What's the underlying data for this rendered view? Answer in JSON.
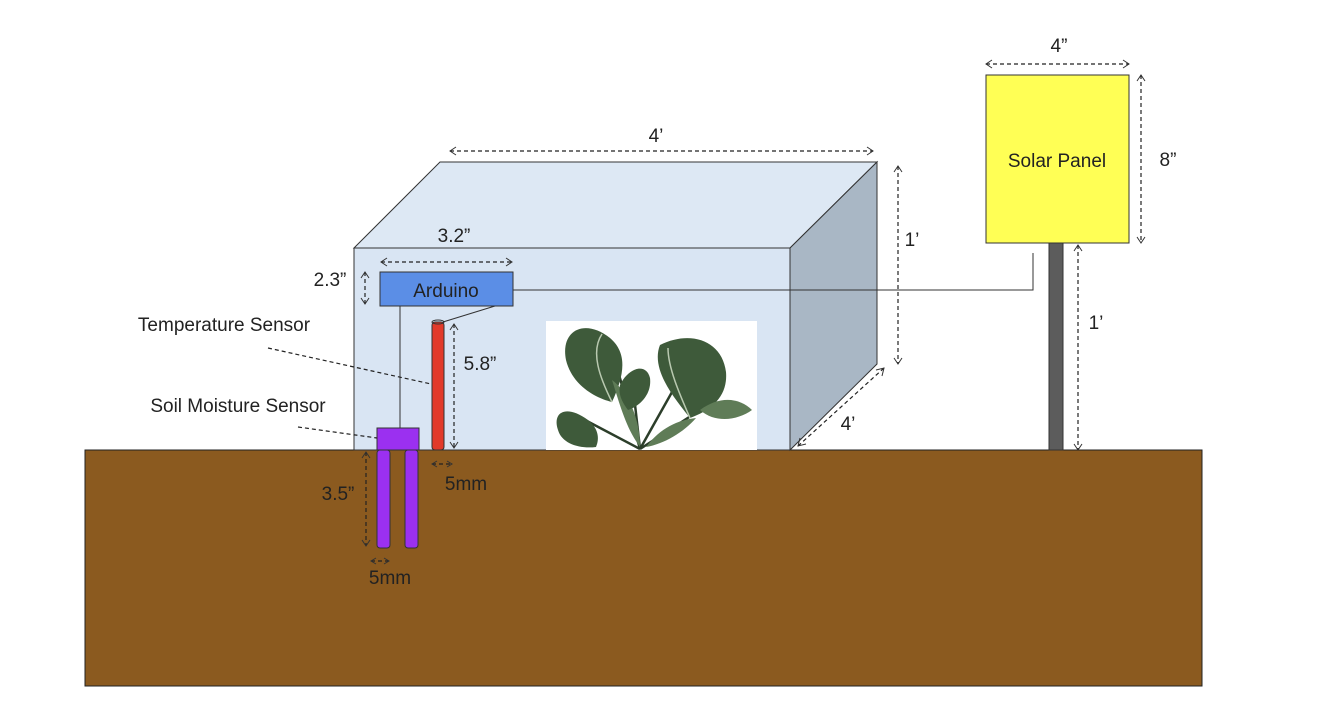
{
  "labels": {
    "box_width": "4’",
    "box_height": "1’",
    "box_depth": "4’",
    "arduino": "Arduino",
    "arduino_width": "3.2”",
    "arduino_height": "2.3”",
    "temperature_sensor": "Temperature Sensor",
    "temp_height": "5.8”",
    "temp_width": "5mm",
    "soil_moisture_sensor": "Soil Moisture Sensor",
    "soil_depth": "3.5”",
    "soil_width": "5mm",
    "solar_panel": "Solar Panel",
    "panel_width": "4”",
    "panel_height": "8”",
    "pole_height": "1’"
  },
  "colors": {
    "soil": "#8b5a1f",
    "box_front": "#d9e5f3",
    "box_top": "#dde8f4",
    "box_side": "#a9b7c5",
    "arduino": "#5b8ee6",
    "temperature_sensor": "#e23a2a",
    "soil_moisture_sensor": "#9b30f0",
    "solar_panel": "#ffff55",
    "pole": "#5c5c5c",
    "leaf_dark": "#3e5a3a",
    "leaf_mid": "#5f7c57"
  },
  "icons": {
    "plant": "plant-icon"
  }
}
